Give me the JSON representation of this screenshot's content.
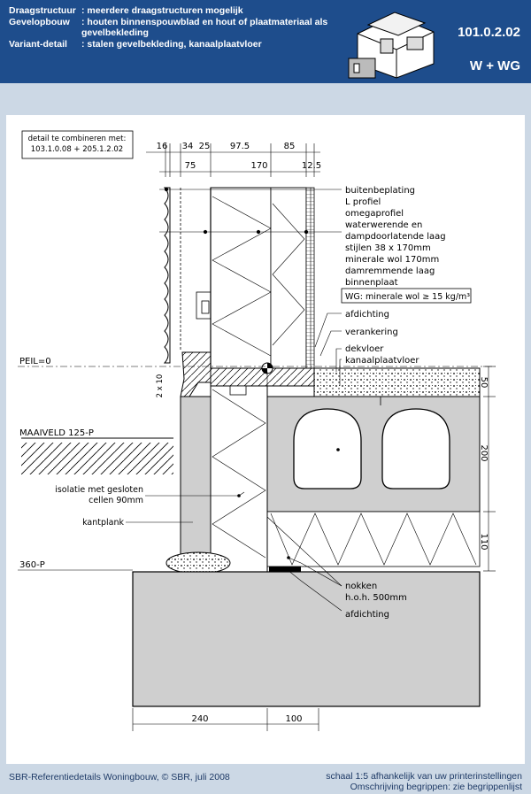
{
  "header": {
    "rows": [
      {
        "key": "Draagstructuur",
        "value": ": meerdere draagstructuren mogelijk"
      },
      {
        "key": "Gevelopbouw",
        "value": ": houten binnenspouwblad en hout of plaatmateriaal als gevelbekleding"
      },
      {
        "key": "Variant-detail",
        "value": ": stalen gevelbekleding, kanaalplaatvloer"
      }
    ],
    "code": "101.0.2.02",
    "variant_code": "W + WG"
  },
  "drawing": {
    "combine_note": {
      "line1": "detail te combineren met:",
      "line2": "103.1.0.08 + 205.1.2.02"
    },
    "dims_top_row1": [
      "16",
      "34",
      "25",
      "97.5",
      "85"
    ],
    "dims_top_row2": [
      "75",
      "170",
      "12.5"
    ],
    "layer_labels": [
      "buitenbeplating",
      "L profiel",
      "omegaprofiel",
      "waterwerende en",
      "dampdoorlatende laag",
      "stijlen 38 x 170mm",
      "minerale wol 170mm",
      "damremmende laag",
      "binnenplaat"
    ],
    "wg_note": "WG: minerale wol ≥ 15 kg/m³",
    "labels_right": {
      "afdichting_top": "afdichting",
      "verankering": "verankering",
      "dekvloer": "dekvloer",
      "kanaalplaatvloer": "kanaalplaatvloer",
      "nokken": "nokken",
      "hoh": "h.o.h. 500mm",
      "afdichting_bottom": "afdichting"
    },
    "labels_left": {
      "peil": "PEIL=0",
      "maaiveld": "MAAIVELD 125-P",
      "isolatie1": "isolatie met gesloten",
      "isolatie2": "cellen 90mm",
      "kantplank": "kantplank",
      "level360": "360-P",
      "small_dim": "2 x 10"
    },
    "dims_right": [
      "50",
      "200",
      "110"
    ],
    "dims_bottom": [
      "240",
      "100"
    ]
  },
  "footer": {
    "left": "SBR-Referentiedetails Woningbouw, © SBR, juli 2008",
    "right1": "schaal 1:5 afhankelijk van uw printerinstellingen",
    "right2": "Omschrijving begrippen: zie begrippenlijst"
  }
}
